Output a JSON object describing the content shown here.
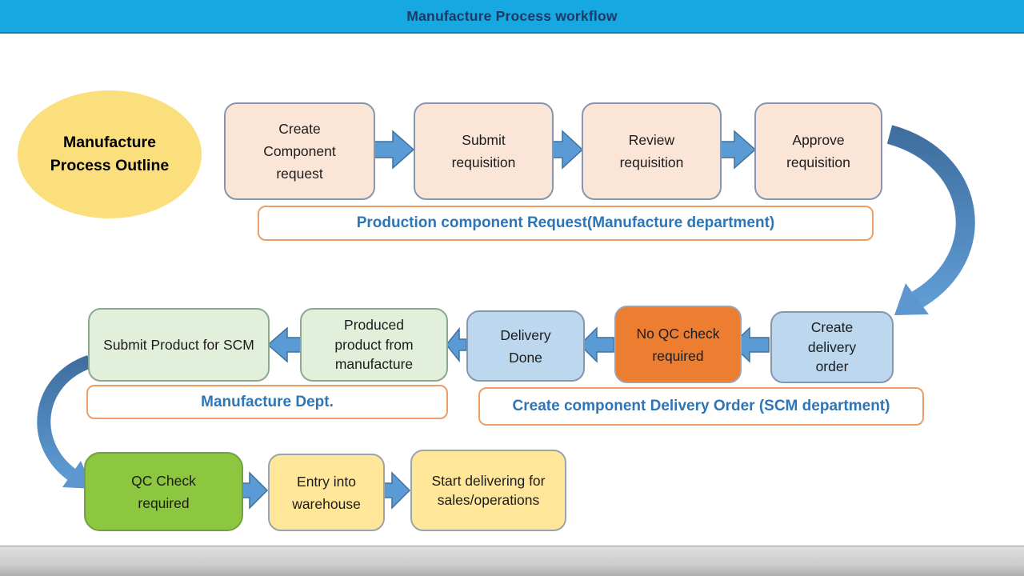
{
  "slide": {
    "title": "Manufacture Process workflow",
    "outline_bubble": "Manufacture Process Outline"
  },
  "flow": {
    "top": {
      "direction": "left-to-right",
      "steps": [
        "Create Component request",
        "Submit requisition",
        "Review requisition",
        "Approve requisition"
      ],
      "caption": "Production component Request(Manufacture department)"
    },
    "middle": {
      "direction": "right-to-left",
      "steps": [
        "Create delivery order",
        "No QC check required",
        "Delivery Done",
        "Produced product from manufacture",
        "Submit Product for SCM"
      ],
      "caption_left": "Manufacture Dept.",
      "caption_right": "Create component  Delivery  Order (SCM department)"
    },
    "bottom": {
      "direction": "left-to-right",
      "steps": [
        "QC Check required",
        "Entry into warehouse",
        "Start delivering for sales/operations"
      ]
    }
  },
  "colors": {
    "header_bar": "#17A8E2",
    "header_text": "#1F3864",
    "bubble_fill": "#FBDF7D",
    "requisition_box_fill": "#FBE5D6",
    "delivery_box_fill": "#BDD7EE",
    "no_qc_box_fill": "#ED7D31",
    "manufacture_box_fill": "#E2EFDA",
    "qc_box_fill": "#8DC63F",
    "warehouse_box_fill": "#FFE699",
    "box_border": "#8496B0",
    "caption_border": "#ED9E64",
    "caption_text": "#2E75B6",
    "arrow_fill": "#5B9BD5",
    "arrow_border": "#41719C",
    "footer_bar": "#C9C9C9"
  }
}
